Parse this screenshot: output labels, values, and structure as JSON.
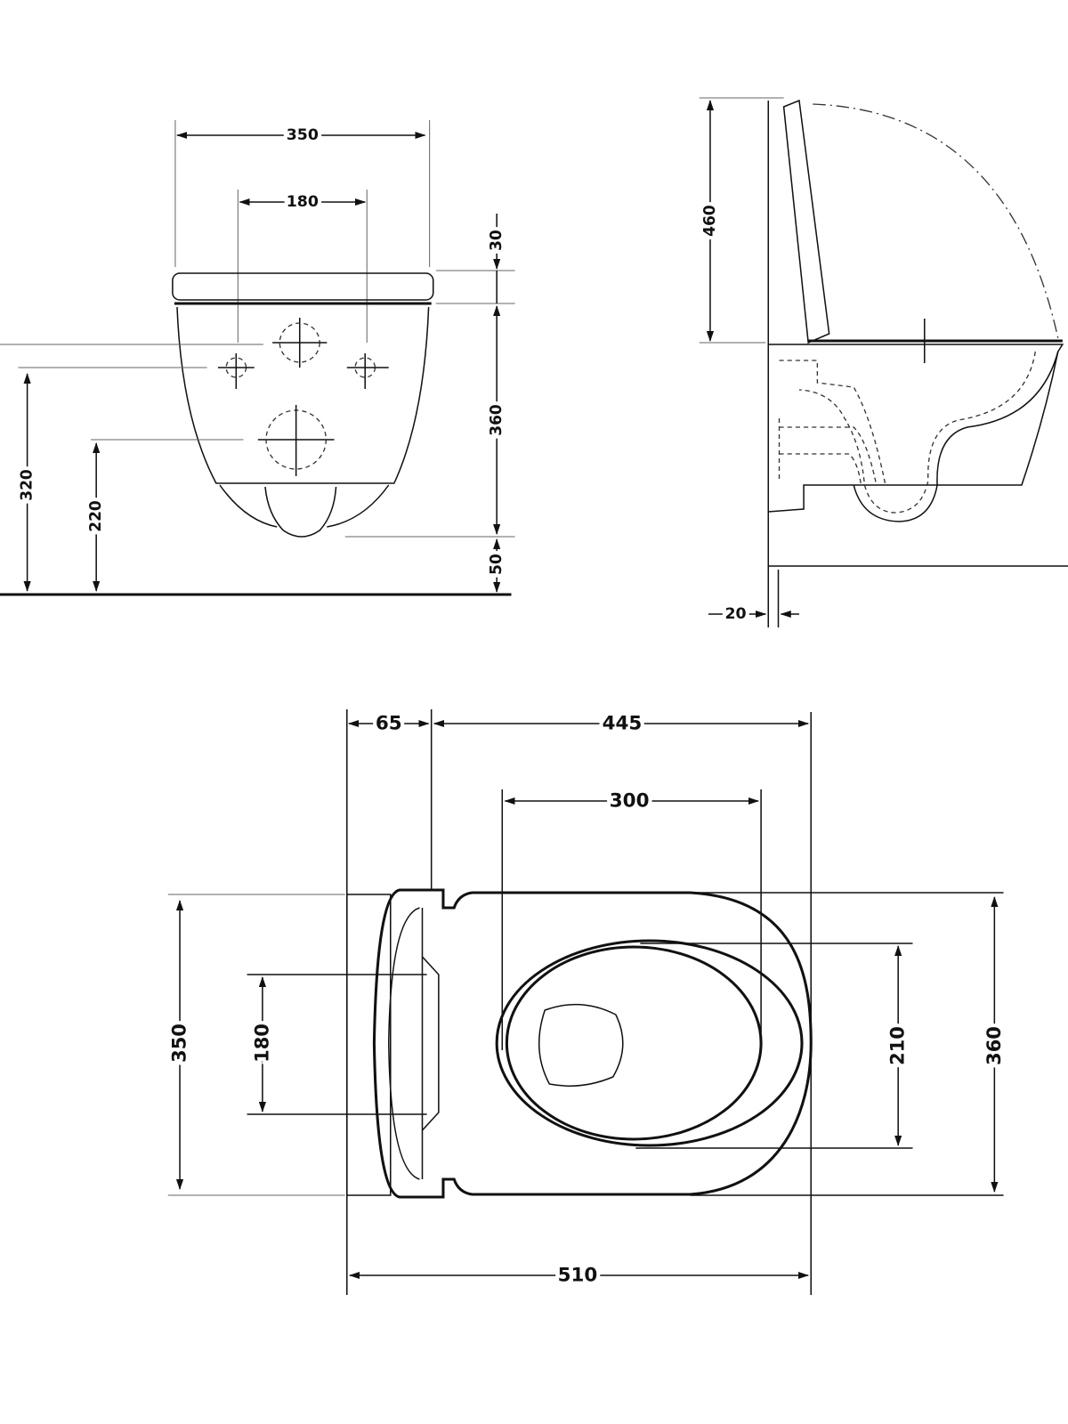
{
  "front_view": {
    "width_overall": "350",
    "fixing_spacing": "180",
    "seat_thickness": "30",
    "bowl_height": "360",
    "upper_fixing_height": "320",
    "lower_fixing_height": "220",
    "bottom_clearance": "50"
  },
  "side_view": {
    "lid_height": "460",
    "wall_gap": "20"
  },
  "top_view": {
    "wall_to_seat": "65",
    "seat_length": "445",
    "opening_length": "300",
    "overall_length": "510",
    "overall_width": "350",
    "fixing_spacing": "180",
    "opening_width": "210",
    "seat_width": "360"
  }
}
